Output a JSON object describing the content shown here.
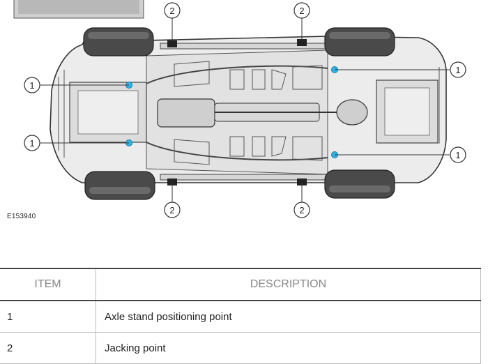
{
  "figure": {
    "id": "E153940"
  },
  "callouts": {
    "axle_stand": "1",
    "jacking": "2"
  },
  "legend": {
    "headers": {
      "item": "ITEM",
      "description": "DESCRIPTION"
    },
    "rows": [
      {
        "item": "1",
        "description": "Axle stand positioning point"
      },
      {
        "item": "2",
        "description": "Jacking point"
      }
    ]
  },
  "colors": {
    "axle_stand_marker": "#2fb4e8",
    "line": "#333333",
    "body_fill": "#e9e9e9",
    "tyre": "#4a4a4a"
  }
}
